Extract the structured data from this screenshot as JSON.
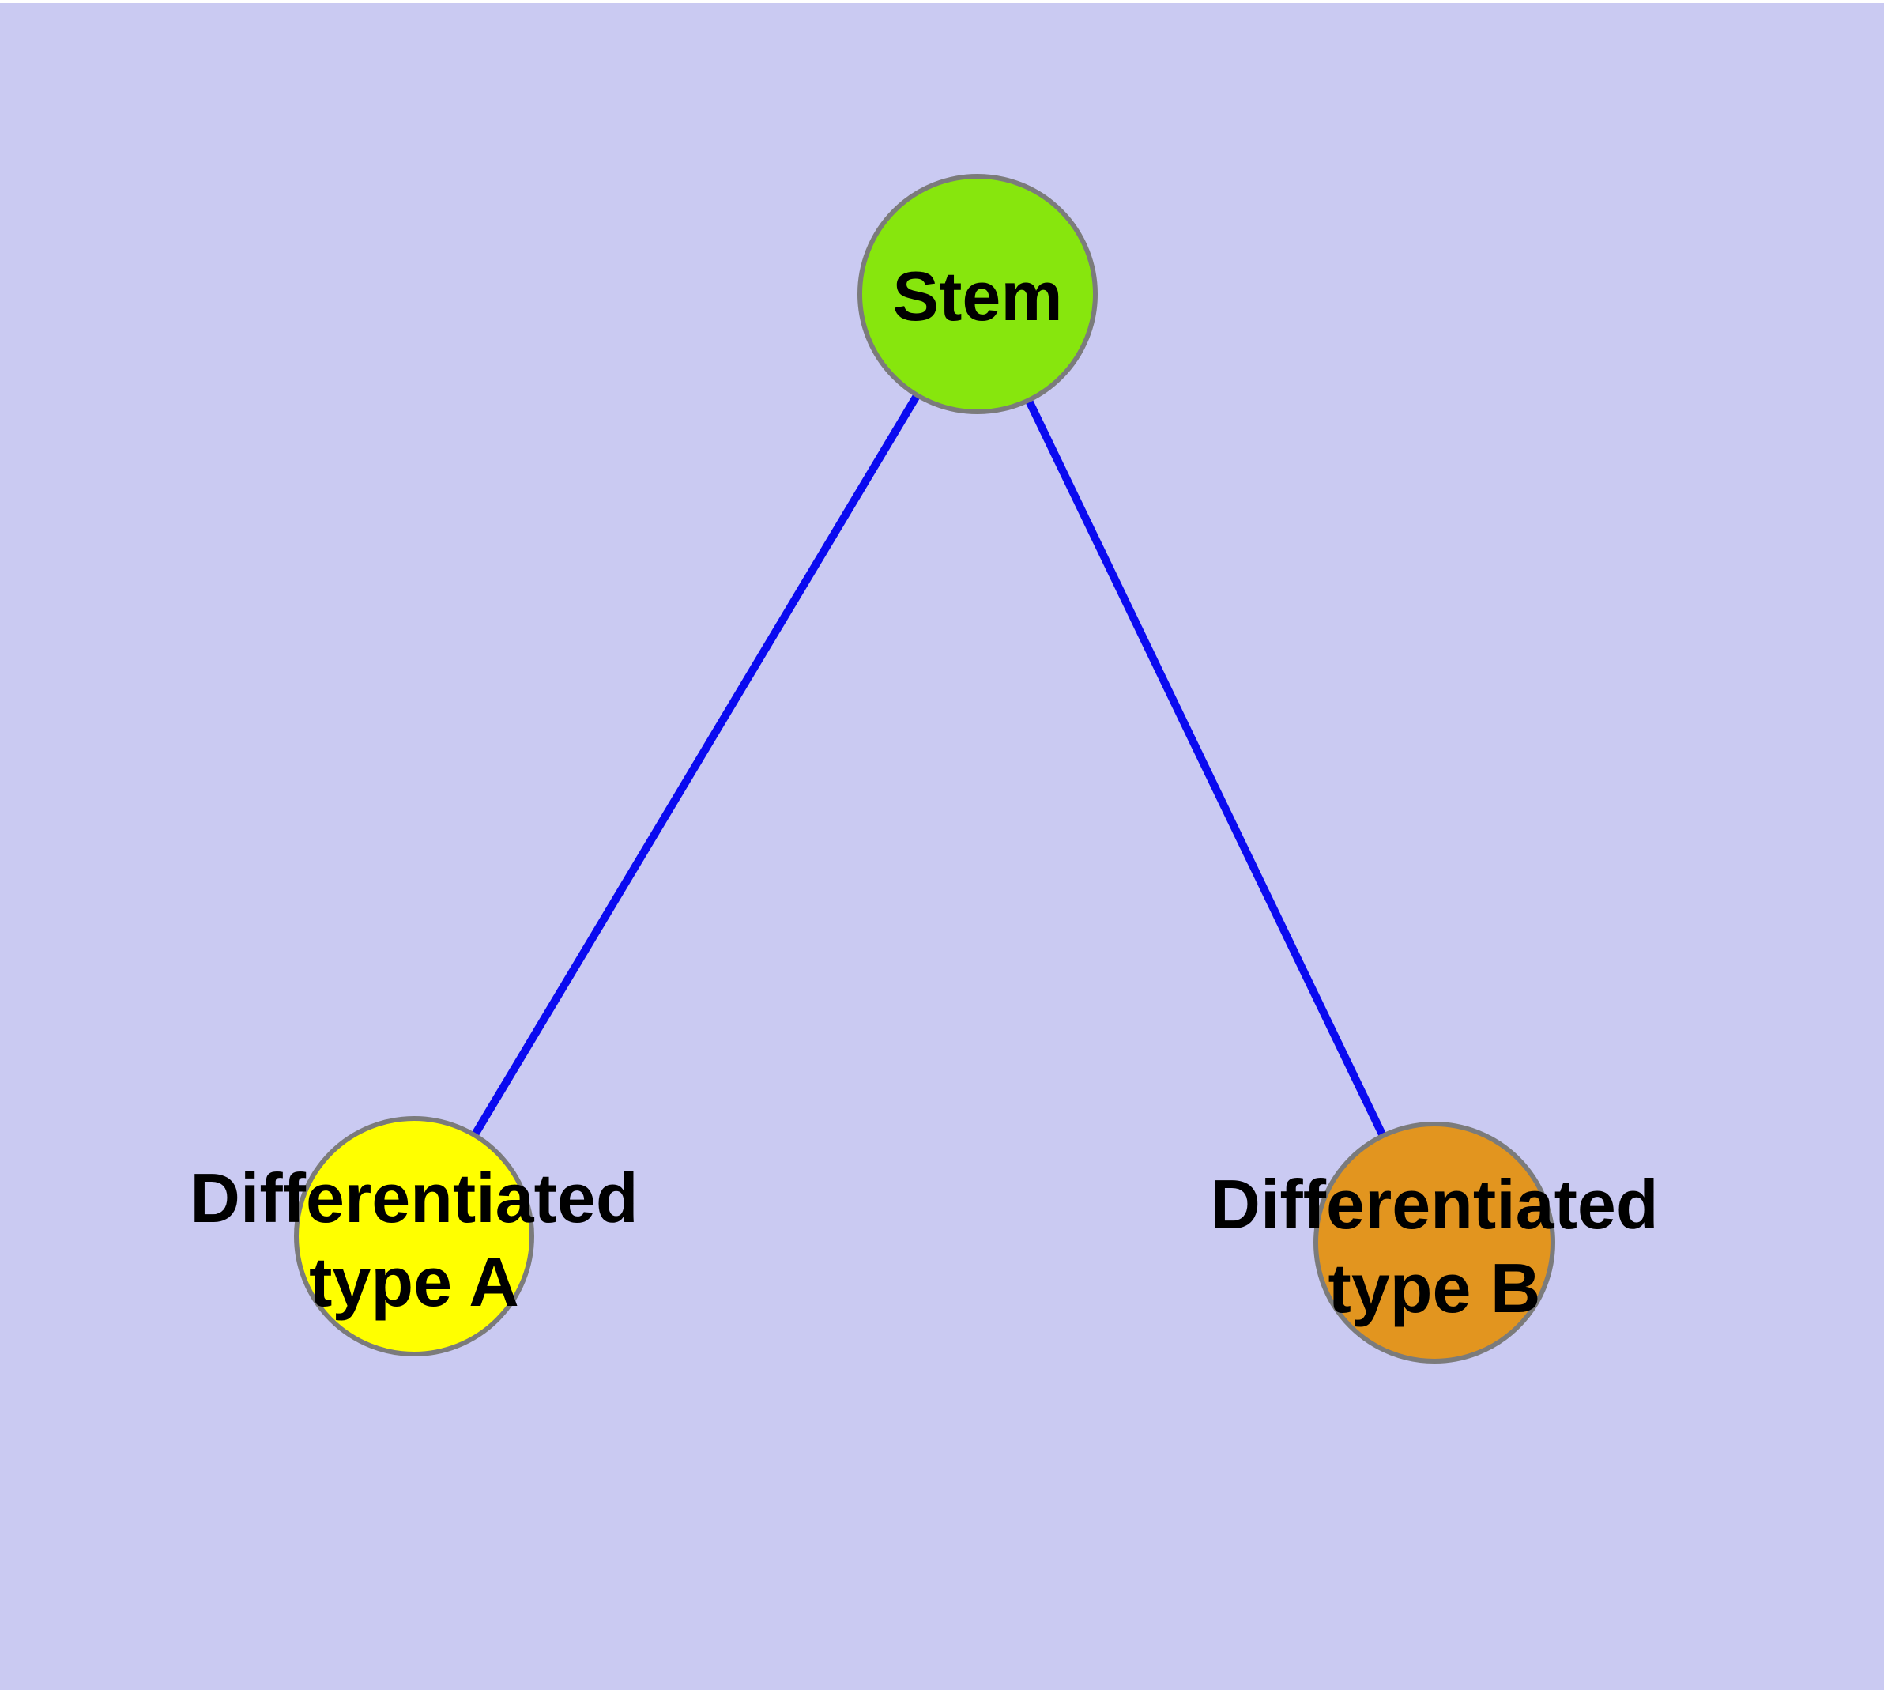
{
  "diagram": {
    "kind": "node-link-graph",
    "background_color": "#CACAF2",
    "top_margin_color": "#FFFFFF",
    "edge_color": "#0A0AF0",
    "node_border_color": "#7B7B7B",
    "label_color": "#000000",
    "nodes": {
      "stem": {
        "label": "Stem",
        "color": "#87E60D"
      },
      "type_a": {
        "label": "Differentiated type A",
        "label_line1": "Differentiated",
        "label_line2": "type A",
        "color": "#FFFF00"
      },
      "type_b": {
        "label": "Differentiated type B",
        "label_line1": "Differentiated",
        "label_line2": "type B",
        "color": "#E2951F"
      }
    },
    "edges": [
      {
        "from": "Stem",
        "to": "Differentiated type A"
      },
      {
        "from": "Stem",
        "to": "Differentiated type B"
      }
    ]
  }
}
